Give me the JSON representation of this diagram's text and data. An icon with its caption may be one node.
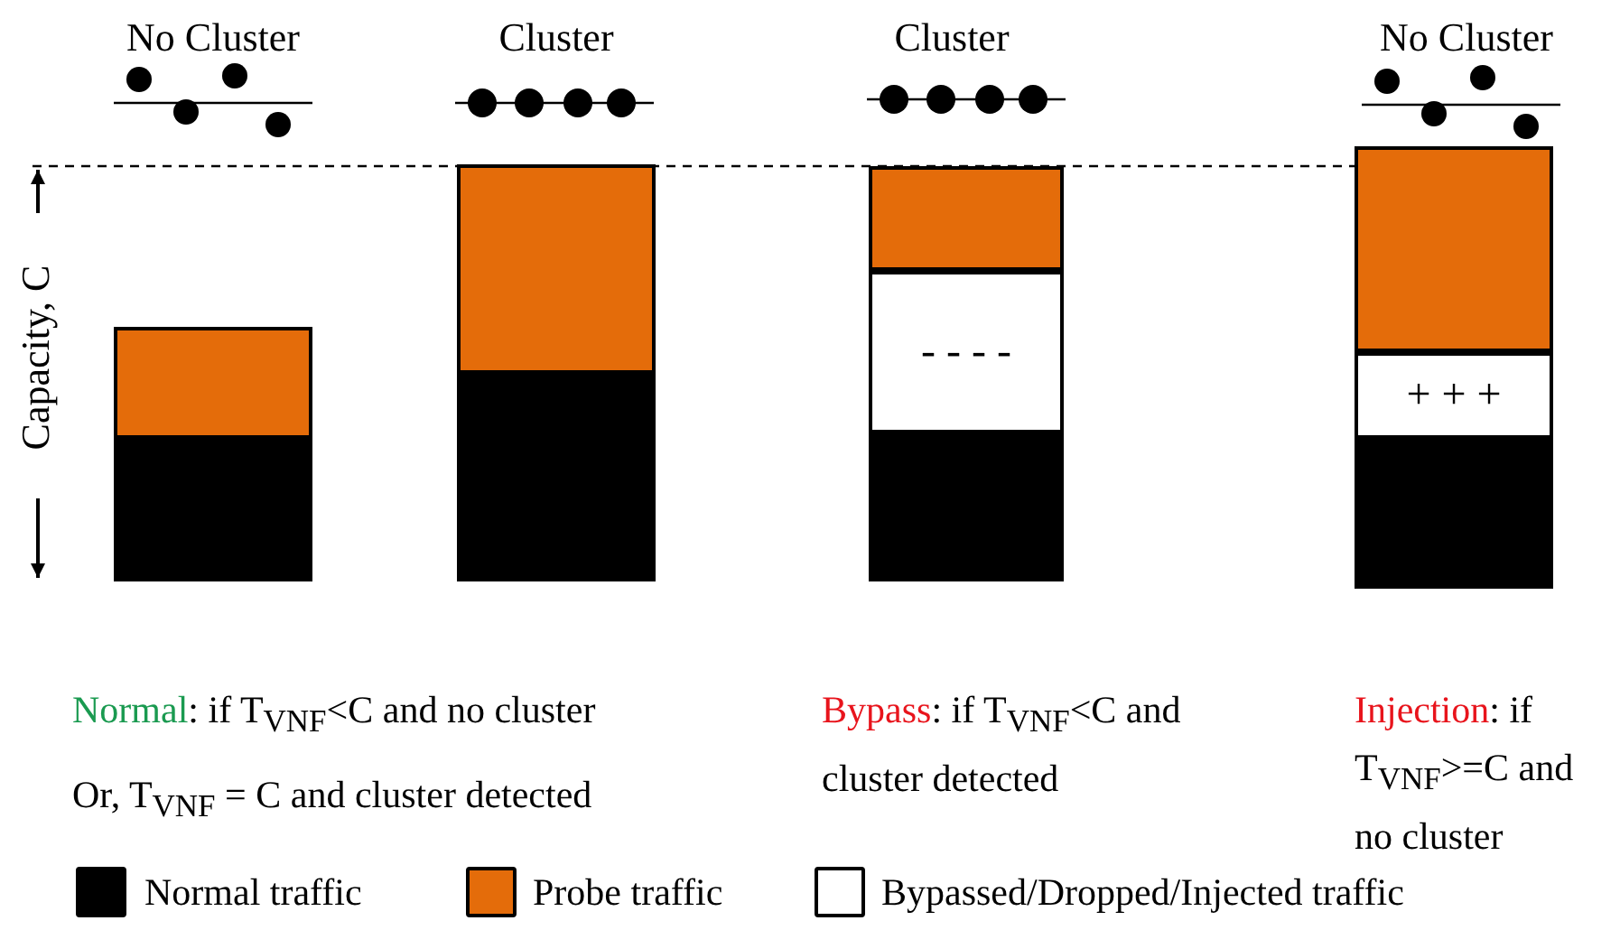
{
  "diagram": {
    "nodes": [
      {
        "text": [],
        "shape": "box"
      },
      {
        "text": [],
        "shape": "box"
      },
      {
        "text": [],
        "shape": "box"
      },
      {
        "text": [],
        "shape": "box"
      },
      {
        "text": [],
        "shape": "box"
      },
      {
        "text": [
          "- - - -"
        ]
      },
      {
        "text": [],
        "shape": "box"
      },
      {
        "text": [],
        "shape": "box"
      },
      {
        "text": [
          "+ + +"
        ]
      },
      {
        "text": [],
        "shape": "box"
      }
    ],
    "labels": [
      "No Cluster",
      "Cluster",
      "Cluster",
      "No Cluster",
      "Capacity, C",
      "Normal",
      ": if T$_{VNF}$<C and no cluster",
      "Or, T$_{VNF}$ = C and cluster detected",
      "Bypass",
      ": if T$_{VNF}$<C and cluster detected",
      "Injection",
      ": if T$_{VNF}$>=C and no cluster"
    ],
    "legend": [
      {
        "text": "Normal traffic",
        "color": "#000000"
      },
      {
        "text": "Probe traffic",
        "color": "#e46c0a"
      },
      {
        "text": "Bypassed/Dropped/Injected traffic",
        "color": "#ffffff"
      }
    ]
  }
}
